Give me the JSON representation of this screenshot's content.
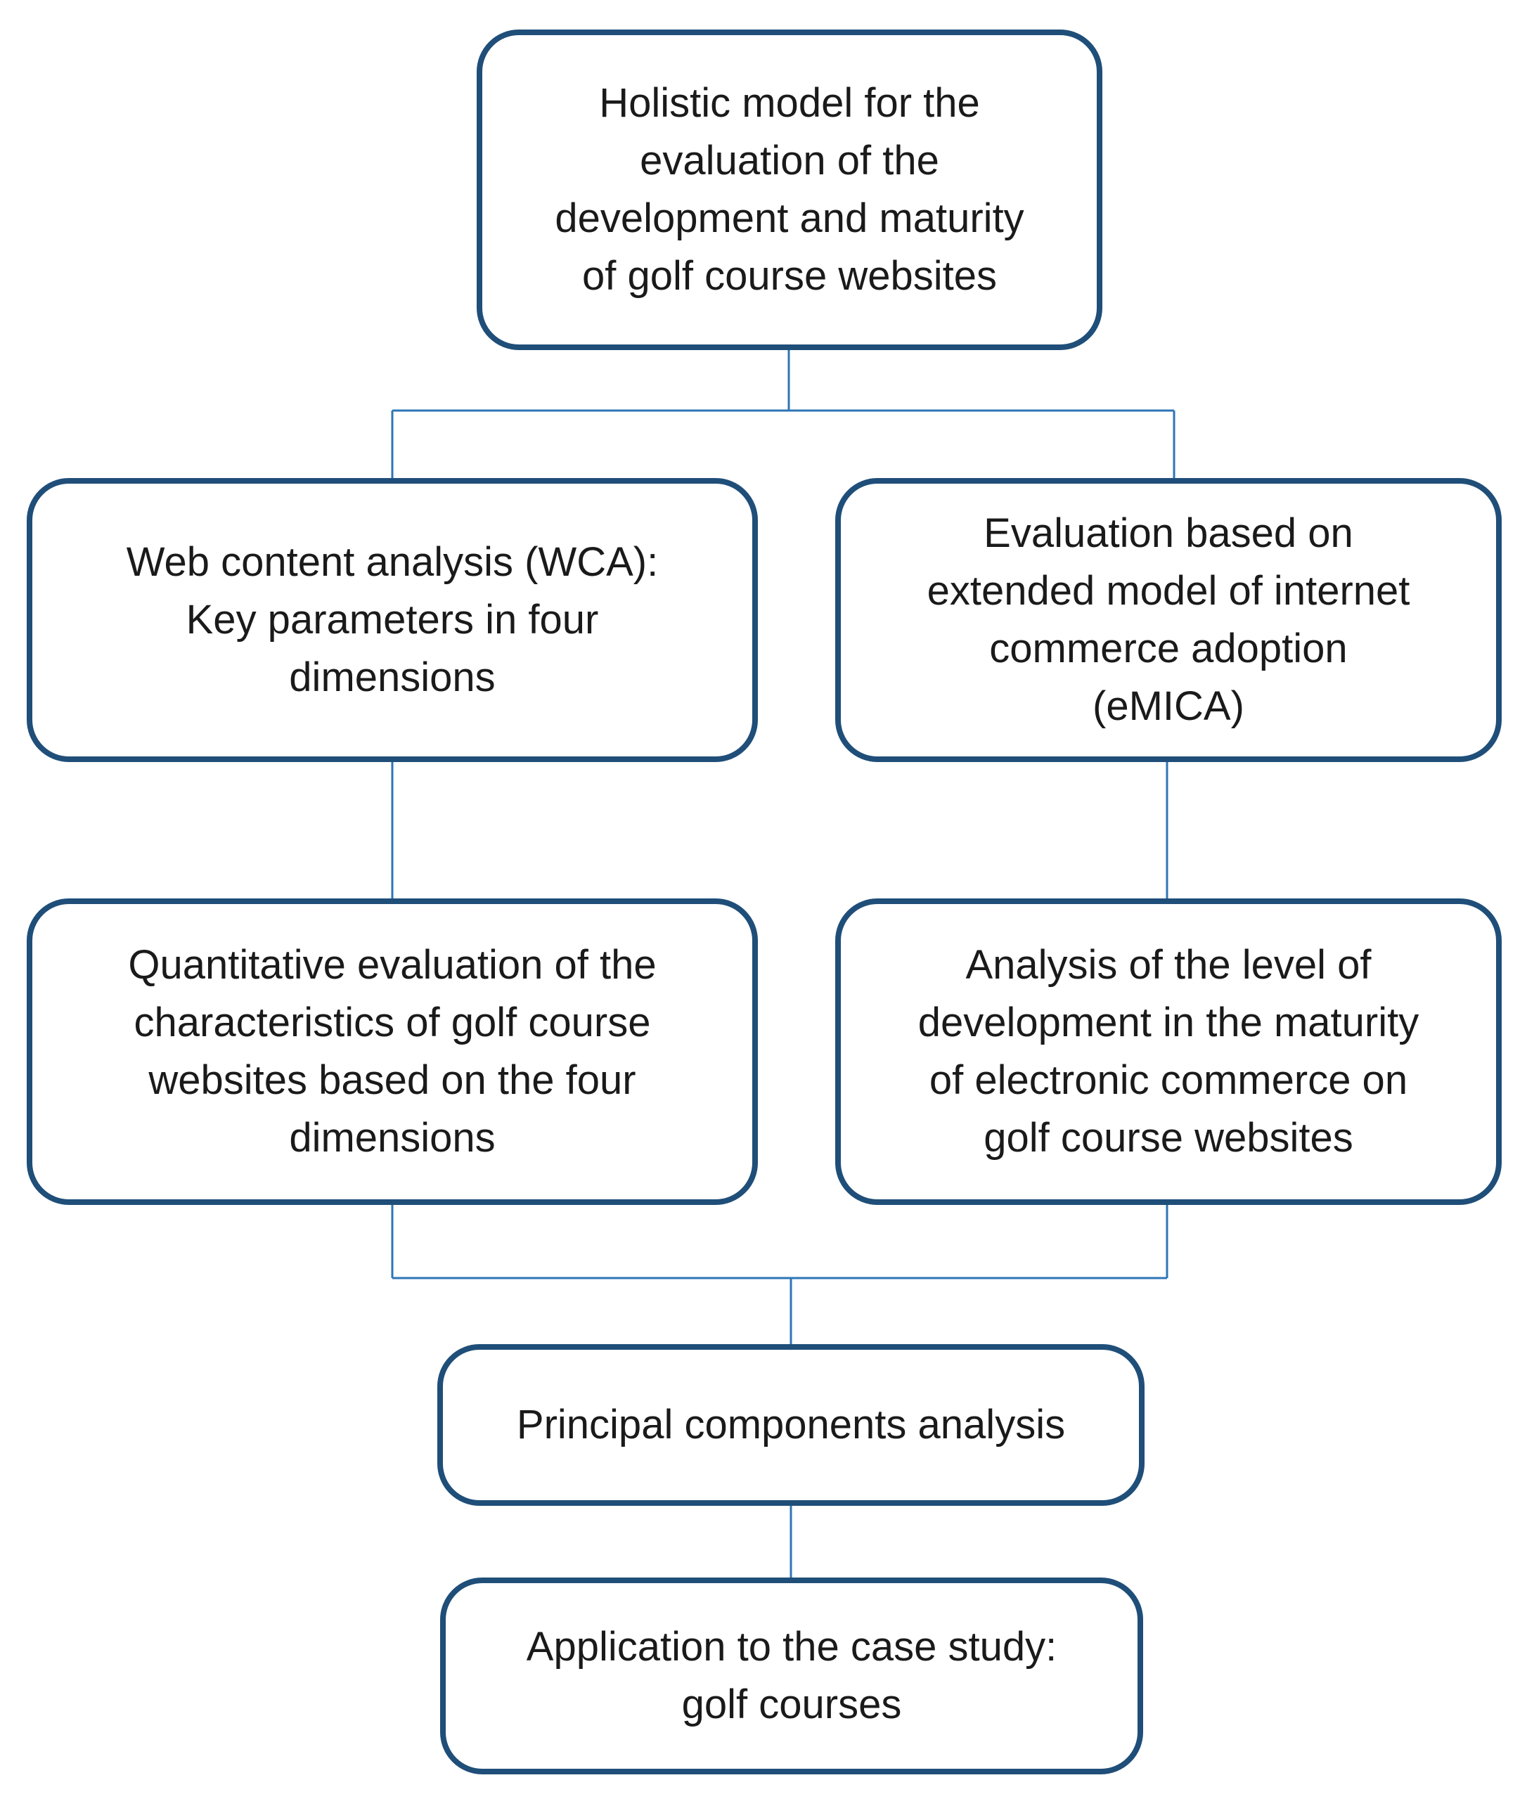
{
  "diagram": {
    "colors": {
      "box_border": "#1f4e79",
      "connector": "#2e75b6",
      "text": "#1a1a1a"
    },
    "boxes": {
      "top": "Holistic model for the\nevaluation of the\ndevelopment and maturity\nof golf course websites",
      "wca": "Web content analysis (WCA):\nKey parameters in four\ndimensions",
      "emica": "Evaluation based on\nextended model of internet\ncommerce adoption\n(eMICA)",
      "quantitative": "Quantitative evaluation of the\ncharacteristics of golf course\nwebsites based on the four\ndimensions",
      "analysis": "Analysis of the level of\ndevelopment in the maturity\nof electronic commerce on\ngolf course websites",
      "pca": "Principal components analysis",
      "application": "Application to the case study:\ngolf courses"
    }
  }
}
